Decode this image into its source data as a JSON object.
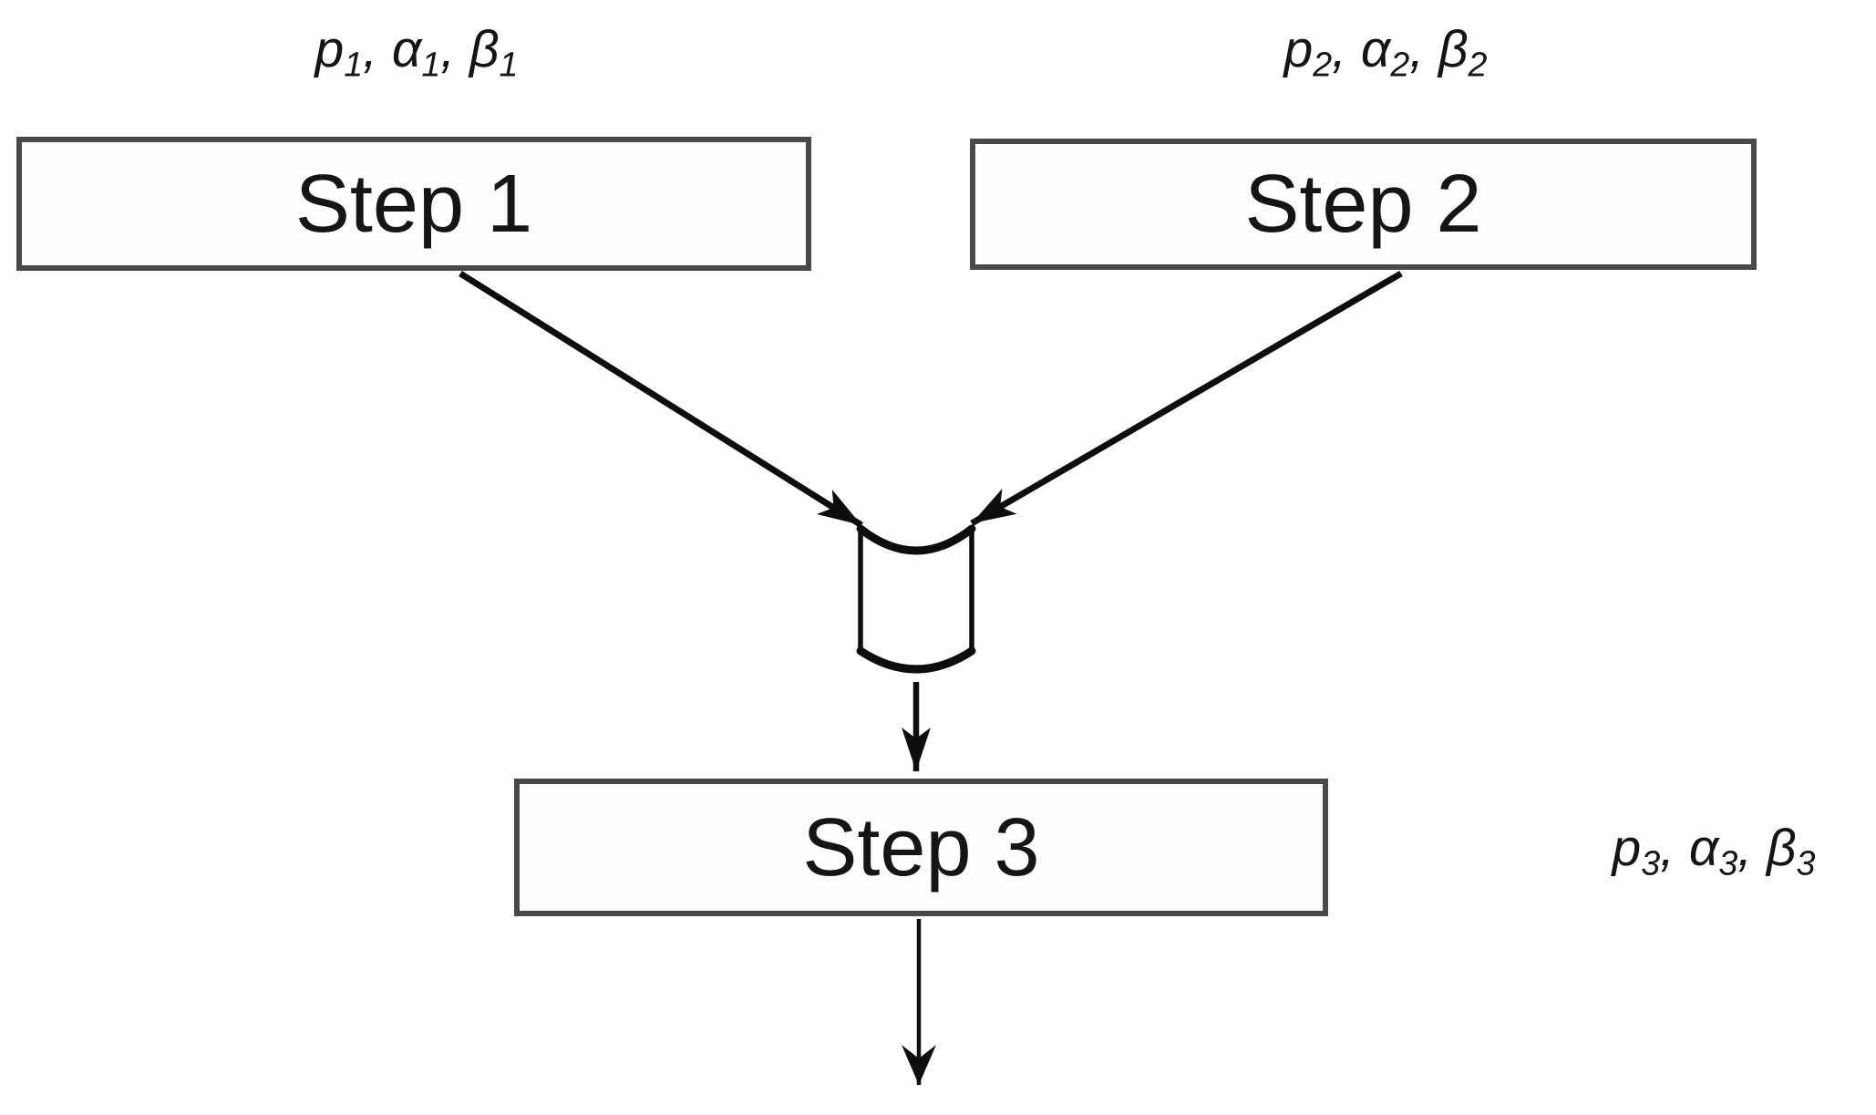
{
  "figure": {
    "type": "flow-diagram",
    "background": "#ffffff",
    "line_color": "#0d0d0d",
    "box_border_color": "#494949",
    "box_fill": "#fdfdfd",
    "text_color": "#151515"
  },
  "boxes": [
    {
      "id": "step1",
      "label": "Step 1"
    },
    {
      "id": "step2",
      "label": "Step 2"
    },
    {
      "id": "step3",
      "label": "Step 3"
    }
  ],
  "param_labels": {
    "step1": {
      "separator": ", ",
      "params": [
        {
          "symbol": "p",
          "sub": "1"
        },
        {
          "symbol": "α",
          "sub": "1"
        },
        {
          "symbol": "β",
          "sub": "1"
        }
      ]
    },
    "step2": {
      "separator": ", ",
      "params": [
        {
          "symbol": "p",
          "sub": "2"
        },
        {
          "symbol": "α",
          "sub": "2"
        },
        {
          "symbol": "β",
          "sub": "2"
        }
      ]
    },
    "step3": {
      "separator": ", ",
      "params": [
        {
          "symbol": "p",
          "sub": "3"
        },
        {
          "symbol": "α",
          "sub": "3"
        },
        {
          "symbol": "β",
          "sub": "3"
        }
      ]
    }
  },
  "icons": {
    "buffer": "merge-buffer-cylinder",
    "arrows": "flow-arrow"
  }
}
